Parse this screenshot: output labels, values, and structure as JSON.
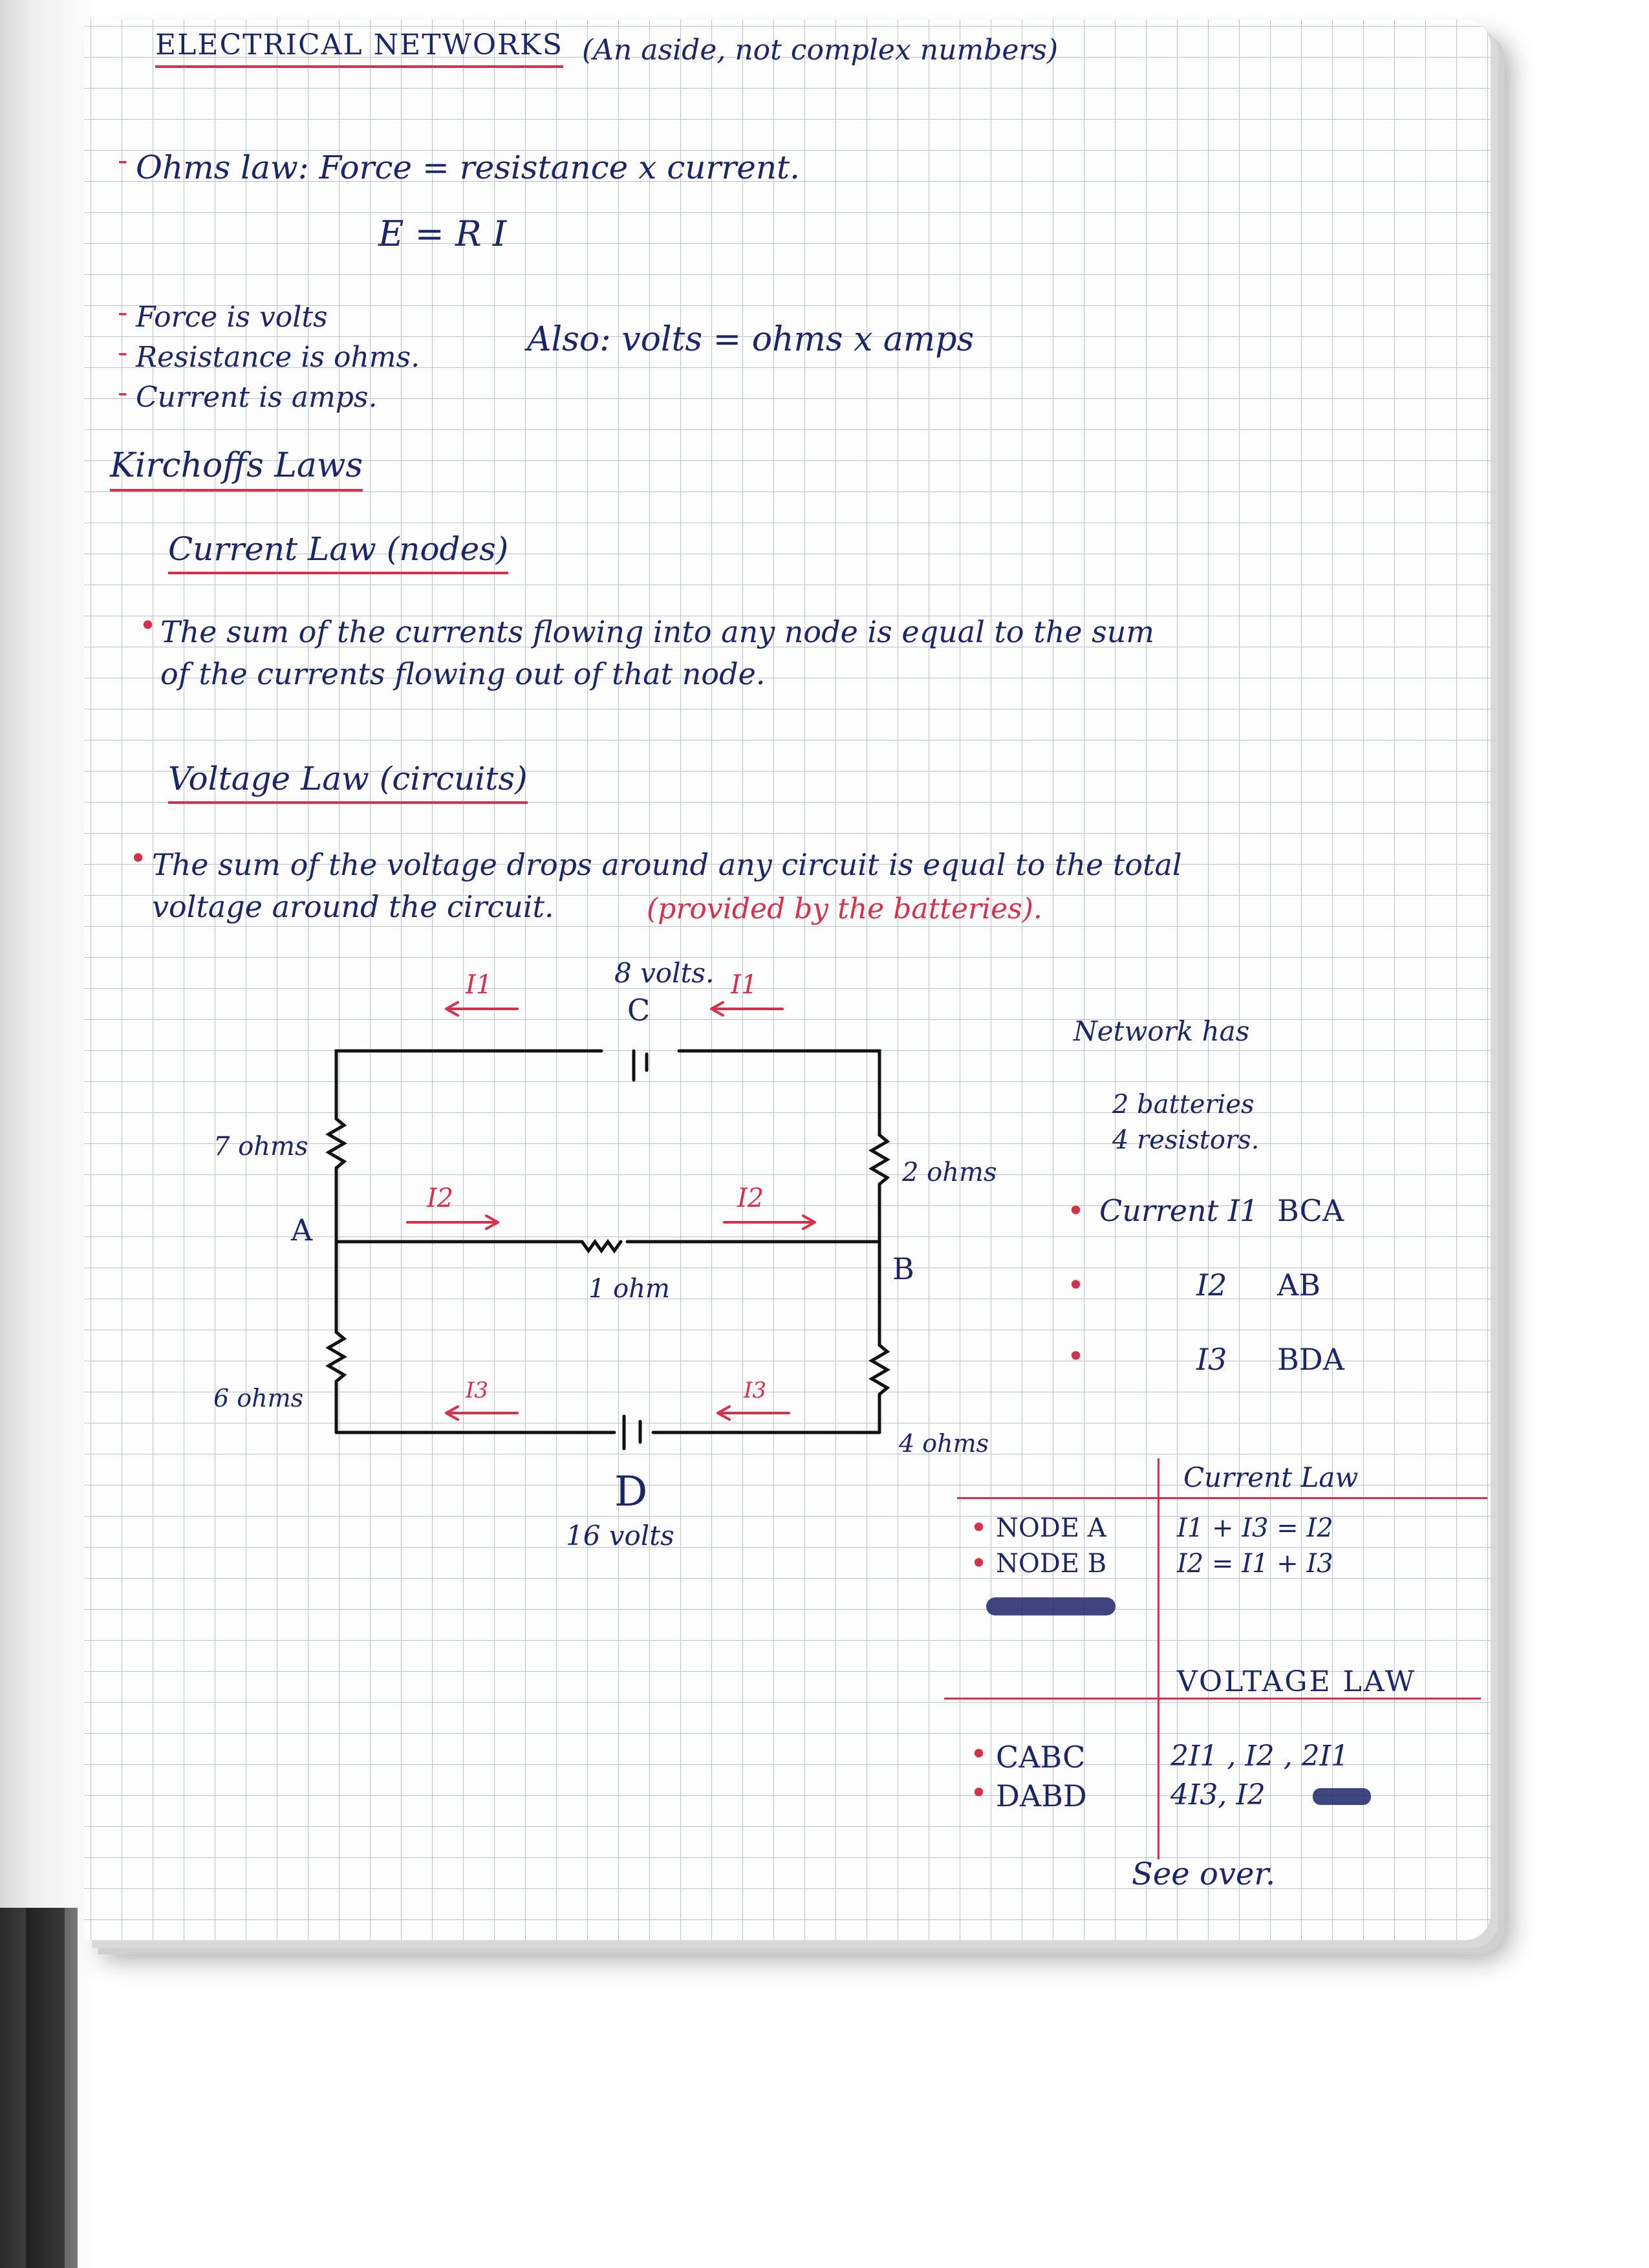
{
  "header": {
    "title": "ELECTRICAL NETWORKS",
    "aside": "(An aside, not complex numbers)"
  },
  "ohms": {
    "law": "Ohms law: Force = resistance x current.",
    "formula": "E = R I",
    "defs": [
      "Force is volts",
      "Resistance is ohms.",
      "Current is amps."
    ],
    "also": "Also: volts = ohms x amps"
  },
  "kirchoff": {
    "heading": "Kirchoffs Laws",
    "current_heading": "Current Law (nodes)",
    "current_text_1": "The sum of the currents flowing into any node is equal to the sum",
    "current_text_2": "of the currents flowing out of that node.",
    "voltage_heading": "Voltage Law (circuits)",
    "voltage_text_1": "The sum of the voltage drops around any circuit is equal to the total",
    "voltage_text_2": "voltage around the circuit.",
    "voltage_note": "(provided by the batteries)."
  },
  "circuit": {
    "top_voltage": "8 volts.",
    "node_c": "C",
    "node_a": "A",
    "node_b": "B",
    "node_d": "D",
    "bottom_voltage": "16 volts",
    "r_left_top": "7 ohms",
    "r_right_top": "2 ohms",
    "r_middle": "1 ohm",
    "r_left_bottom": "6 ohms",
    "r_right_bottom": "4 ohms",
    "i1": "I1",
    "i2": "I2",
    "i3": "I3"
  },
  "network": {
    "heading": "Network has",
    "batteries": "2 batteries",
    "resistors": "4 resistors.",
    "currents": [
      {
        "label": "Current I1",
        "path": "BCA"
      },
      {
        "label": "I2",
        "path": "AB"
      },
      {
        "label": "I3",
        "path": "BDA"
      }
    ]
  },
  "table": {
    "current_law_heading": "Current Law",
    "node_rows": [
      {
        "node": "NODE A",
        "eq": "I1 + I3 = I2"
      },
      {
        "node": "NODE B",
        "eq": "I2 = I1 + I3"
      }
    ],
    "voltage_law_heading": "VOLTAGE LAW",
    "loop_rows": [
      {
        "loop": "CABC",
        "eq": "2I1 , I2 , 2I1"
      },
      {
        "loop": "DABD",
        "eq": "4I3, I2"
      }
    ]
  },
  "footer": {
    "see_over": "See over."
  },
  "colors": {
    "ink_blue": "#1d2569",
    "ink_red": "#d8304a",
    "grid": "#b9c3cc"
  }
}
